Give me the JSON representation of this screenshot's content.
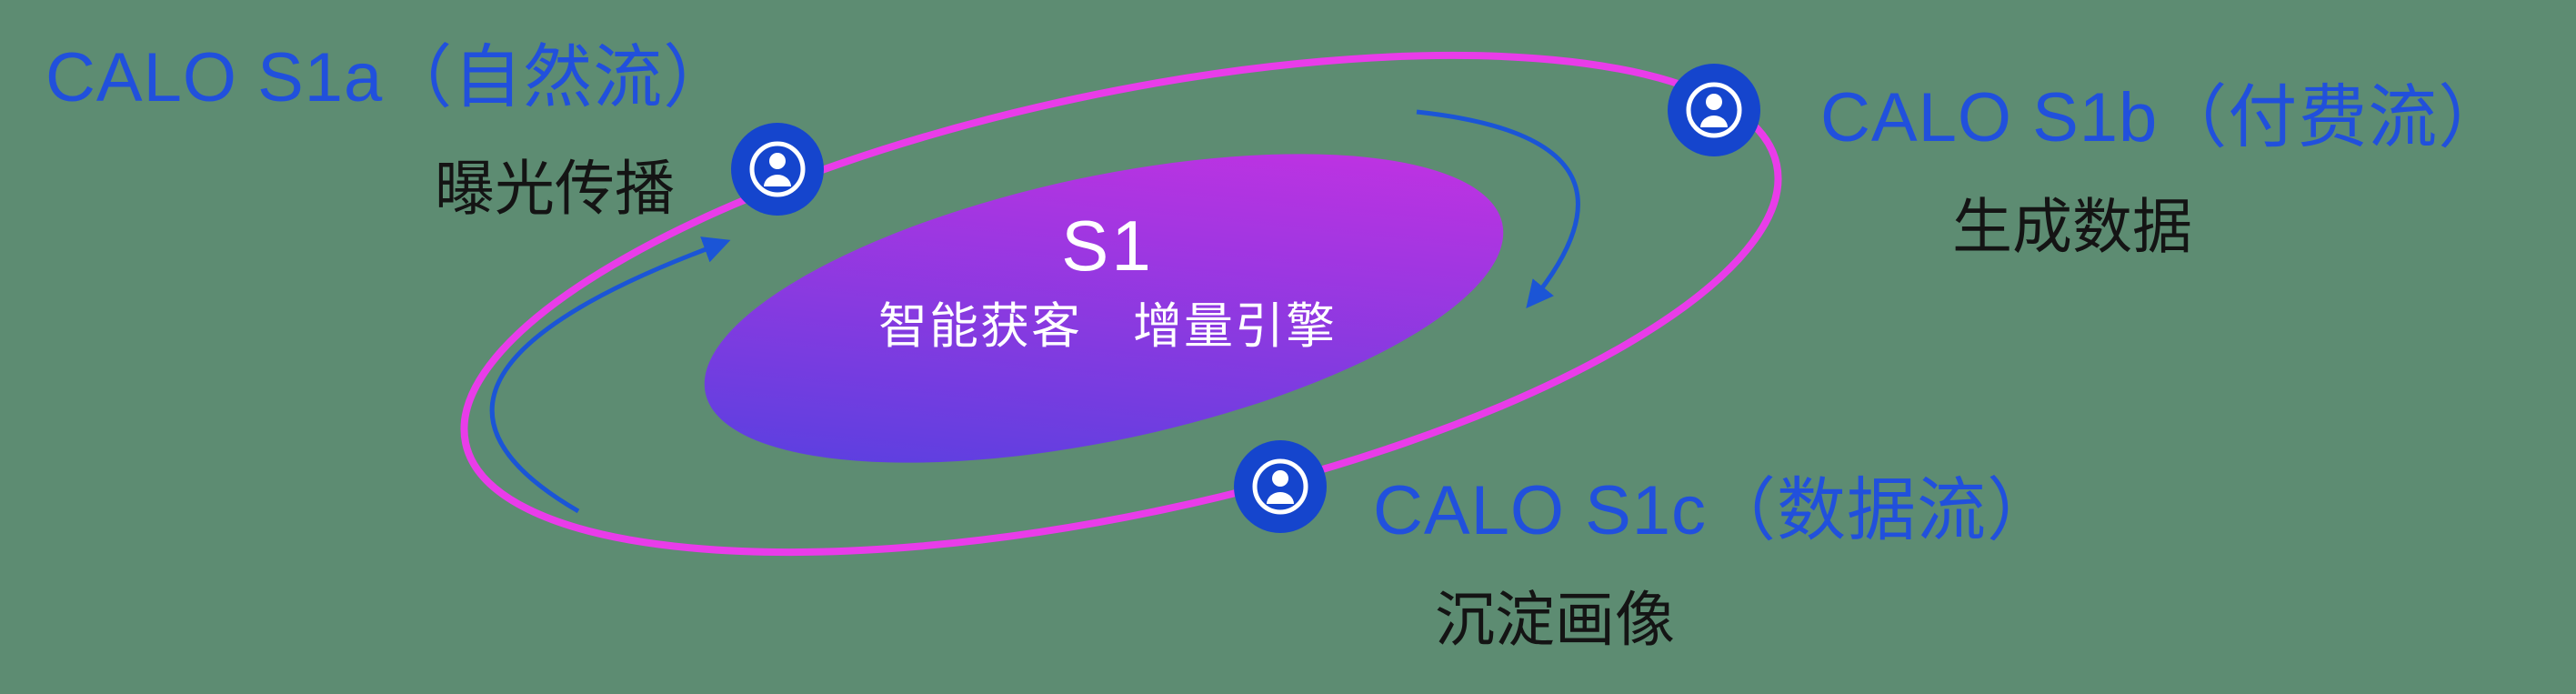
{
  "canvas": {
    "background": "#5d8c72"
  },
  "colors": {
    "title_blue": "#2150dc",
    "subtitle_text": "#141414",
    "center_text": "#ffffff",
    "orbit_pink": "#e93ce9",
    "node_blue": "#1545cd",
    "node_glyph": "#ffffff",
    "arrow_blue": "#1b55d6",
    "core_gradient_from": "#4b42df",
    "core_gradient_to": "#d030e2"
  },
  "core": {
    "title": "S1",
    "subtitle": "智能获客　增量引擎"
  },
  "satellites": [
    {
      "id": "s1a",
      "title": "CALO S1a（自然流）",
      "subtitle": "曝光传播"
    },
    {
      "id": "s1b",
      "title": "CALO S1b（付费流）",
      "subtitle": "生成数据"
    },
    {
      "id": "s1c",
      "title": "CALO S1c（数据流）",
      "subtitle": "沉淀画像"
    }
  ],
  "icons": {
    "satellite_node": "user-in-circle-icon",
    "flow": "curved-arrow-icon"
  }
}
